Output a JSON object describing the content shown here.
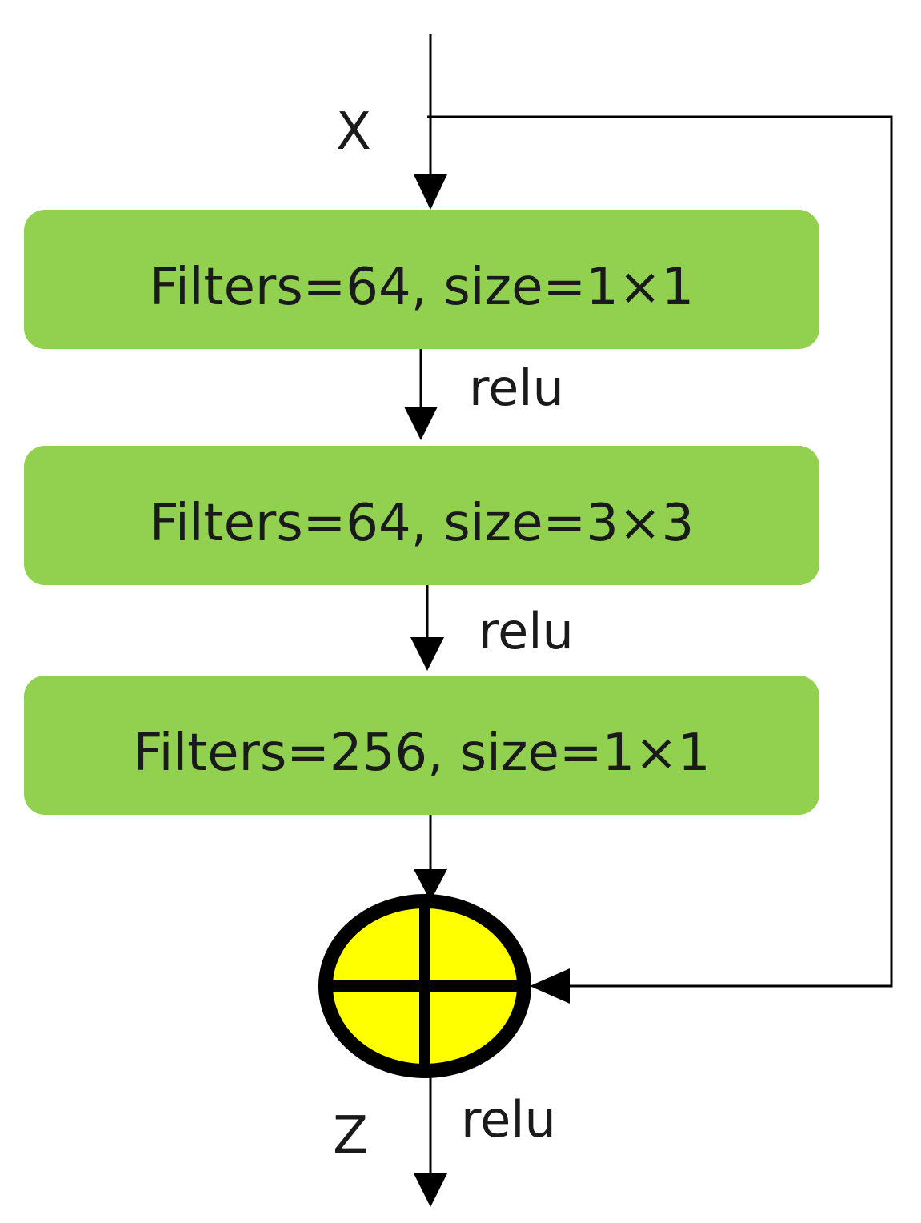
{
  "diagram": {
    "input_label": "X",
    "output_label": "Z",
    "blocks": [
      {
        "label": "Filters=64, size=1×1",
        "activation": "relu"
      },
      {
        "label": "Filters=64, size=3×3",
        "activation": "relu"
      },
      {
        "label": "Filters=256, size=1×1"
      }
    ],
    "output_activation": "relu",
    "colors": {
      "block_fill": "#92d050",
      "sum_fill": "#ffff00",
      "stroke": "#000000"
    },
    "sum_icon": "circle-plus-icon"
  }
}
